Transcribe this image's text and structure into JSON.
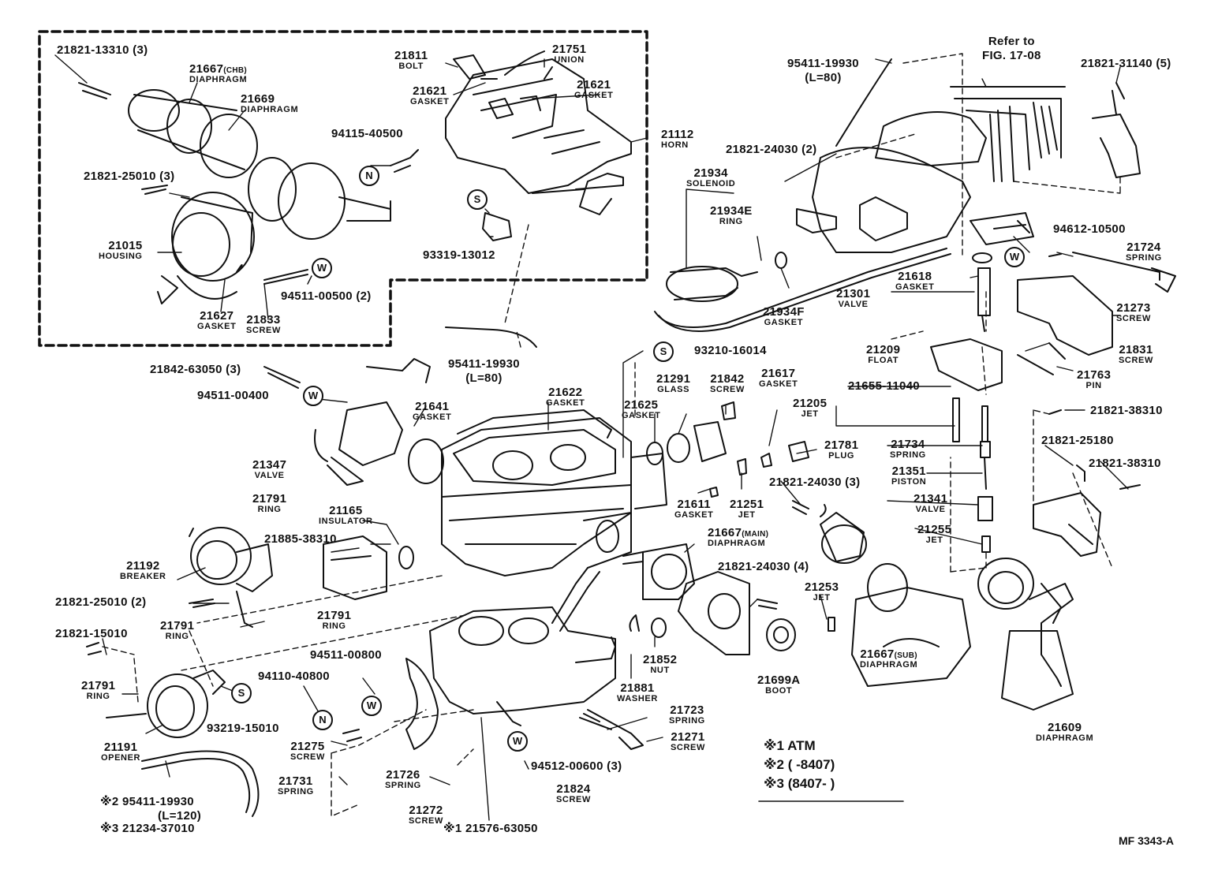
{
  "labels": {
    "l1": {
      "pn": "21821-13310 (3)"
    },
    "l2": {
      "pn": "21667",
      "tag": "(CHB)",
      "nm": "DIAPHRAGM"
    },
    "l3": {
      "pn": "21669",
      "nm": "DIAPHRAGM"
    },
    "l4": {
      "pn": "94115-40500"
    },
    "l5": {
      "pn": "21821-25010 (3)"
    },
    "l6": {
      "pn": "21015",
      "nm": "HOUSING"
    },
    "l7": {
      "pn": "21627",
      "nm": "GASKET"
    },
    "l8": {
      "pn": "21833",
      "nm": "SCREW"
    },
    "l9": {
      "pn": "94511-00500 (2)"
    },
    "l10": {
      "pn": "21811",
      "nm": "BOLT"
    },
    "l11": {
      "pn": "21751",
      "nm": "UNION"
    },
    "l12": {
      "pn": "21621",
      "nm": "GASKET"
    },
    "l13": {
      "pn": "21621",
      "nm": "GASKET"
    },
    "l14": {
      "pn": "21112",
      "nm": "HORN"
    },
    "l15": {
      "pn": "93319-13012"
    },
    "l16": {
      "pn": "95411-19930",
      "nm2": "(L=80)"
    },
    "l17": {
      "pn": "95411-19930",
      "nm2": "(L=80)"
    },
    "l18": {
      "pn": "Refer to",
      "nm2": "FIG. 17-08"
    },
    "l19": {
      "pn": "21821-31140 (5)"
    },
    "l20": {
      "pn": "21821-24030 (2)"
    },
    "l21": {
      "pn": "21934",
      "nm": "SOLENOID"
    },
    "l22": {
      "pn": "21934E",
      "nm": "RING"
    },
    "l23": {
      "pn": "94612-10500"
    },
    "l24": {
      "pn": "21724",
      "nm": "SPRING"
    },
    "l25": {
      "pn": "21618",
      "nm": "GASKET"
    },
    "l26": {
      "pn": "21301",
      "nm": "VALVE"
    },
    "l27": {
      "pn": "21934F",
      "nm": "GASKET"
    },
    "l28": {
      "pn": "21273",
      "nm": "SCREW"
    },
    "l29": {
      "pn": "93210-16014"
    },
    "l30": {
      "pn": "21209",
      "nm": "FLOAT"
    },
    "l31": {
      "pn": "21831",
      "nm": "SCREW"
    },
    "l32": {
      "pn": "21763",
      "nm": "PIN"
    },
    "l33": {
      "pn": "21655-11040"
    },
    "l34": {
      "pn": "21842-63050 (3)"
    },
    "l35": {
      "pn": "94511-00400"
    },
    "l36": {
      "pn": "21641",
      "nm": "GASKET"
    },
    "l37": {
      "pn": "21622",
      "nm": "GASKET"
    },
    "l38": {
      "pn": "21291",
      "nm": "GLASS"
    },
    "l39": {
      "pn": "21842",
      "nm": "SCREW"
    },
    "l40": {
      "pn": "21617",
      "nm": "GASKET"
    },
    "l41": {
      "pn": "21625",
      "nm": "GASKET"
    },
    "l42": {
      "pn": "21205",
      "nm": "JET"
    },
    "l43": {
      "pn": "21821-38310"
    },
    "l44": {
      "pn": "21347",
      "nm": "VALVE"
    },
    "l45": {
      "pn": "21781",
      "nm": "PLUG"
    },
    "l46": {
      "pn": "21734",
      "nm": "SPRING"
    },
    "l47": {
      "pn": "21821-25180"
    },
    "l48": {
      "pn": "21821-38310"
    },
    "l49": {
      "pn": "21351",
      "nm": "PISTON"
    },
    "l50": {
      "pn": "21791",
      "nm": "RING"
    },
    "l51": {
      "pn": "21165",
      "nm": "INSULATOR"
    },
    "l52": {
      "pn": "21611",
      "nm": "GASKET"
    },
    "l53": {
      "pn": "21251",
      "nm": "JET"
    },
    "l54": {
      "pn": "21821-24030 (3)"
    },
    "l55": {
      "pn": "21341",
      "nm": "VALVE"
    },
    "l56": {
      "pn": "21885-38310"
    },
    "l57": {
      "pn": "21255",
      "nm": "JET"
    },
    "l58": {
      "pn": "21667",
      "tag": "(MAIN)",
      "nm": "DIAPHRAGM"
    },
    "l59": {
      "pn": "21192",
      "nm": "BREAKER"
    },
    "l60": {
      "pn": "21821-24030 (4)"
    },
    "l61": {
      "pn": "21253",
      "nm": "JET"
    },
    "l62": {
      "pn": "21821-25010 (2)"
    },
    "l63": {
      "pn": "21791",
      "nm": "RING"
    },
    "l64": {
      "pn": "21791",
      "nm": "RING"
    },
    "l65": {
      "pn": "21821-15010"
    },
    "l66": {
      "pn": "94511-00800"
    },
    "l67": {
      "pn": "94110-40800"
    },
    "l68": {
      "pn": "21852",
      "nm": "NUT"
    },
    "l69": {
      "pn": "21881",
      "nm": "WASHER"
    },
    "l70": {
      "pn": "21699A",
      "nm": "BOOT"
    },
    "l71": {
      "pn": "21667",
      "tag": "(SUB)",
      "nm": "DIAPHRAGM"
    },
    "l72": {
      "pn": "21609",
      "nm": "DIAPHRAGM"
    },
    "l73": {
      "pn": "21791",
      "nm": "RING"
    },
    "l74": {
      "pn": "93219-15010"
    },
    "l75": {
      "pn": "21191",
      "nm": "OPENER"
    },
    "l76": {
      "pn": "21723",
      "nm": "SPRING"
    },
    "l77": {
      "pn": "21271",
      "nm": "SCREW"
    },
    "l78": {
      "pn": "21275",
      "nm": "SCREW"
    },
    "l79": {
      "pn": "21731",
      "nm": "SPRING"
    },
    "l80": {
      "pn": "94512-00600 (3)"
    },
    "l81": {
      "pn": "21726",
      "nm": "SPRING"
    },
    "l82": {
      "pn": "21824",
      "nm": "SCREW"
    },
    "l83": {
      "pn": "※2 95411-19930",
      "nm2": "(L=120)"
    },
    "l84": {
      "pn": "※3 21234-37010"
    },
    "l85": {
      "pn": "21272",
      "nm": "SCREW"
    },
    "l86": {
      "pn": "※1 21576-63050"
    }
  },
  "markers": {
    "m1": "N",
    "m2": "W",
    "m3": "S",
    "m4": "W",
    "m5": "S",
    "m6": "W",
    "m7": "W",
    "m8": "N",
    "m9": "W",
    "m10": "S",
    "m11": "W"
  },
  "legend": {
    "r1": "※1 ATM",
    "r2": "※2 (      -8407)",
    "r3": "※3 (8407-       )"
  },
  "diagram_code": "MF 3343-A"
}
